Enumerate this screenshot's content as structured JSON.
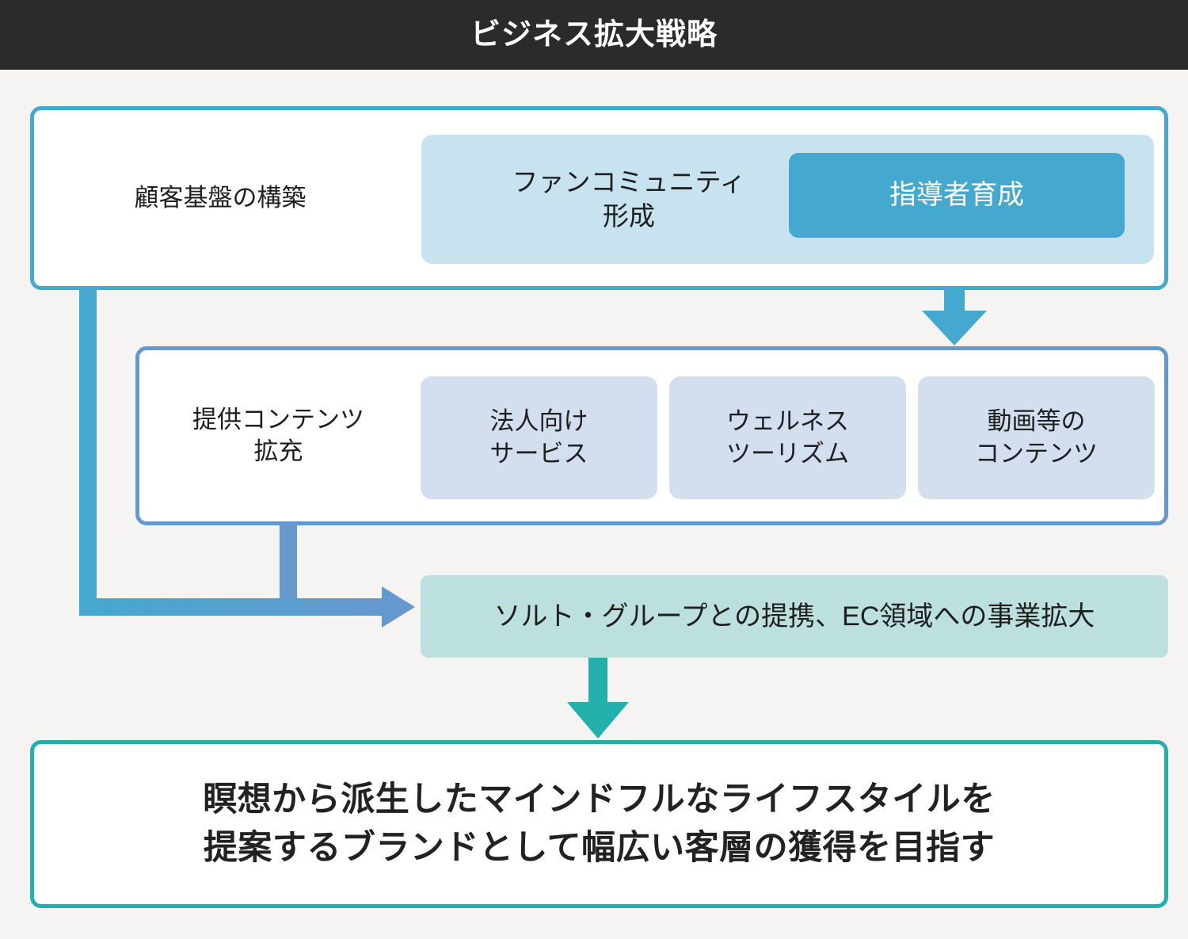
{
  "header": {
    "title": "ビジネス拡大戦略"
  },
  "colors": {
    "page_background": "#F5F4F2",
    "header_background": "#2B2B2B",
    "header_text": "#FFFFFF",
    "row1_border": "#45A8CE",
    "row2_border": "#6598CF",
    "chip_light_blue": "#C6E3EF",
    "chip_highlight": "#45A8CE",
    "chip_periwinkle": "#D3DEEF",
    "band_mint": "#BCE0DE",
    "bottom_border": "#23AFAB",
    "arrow_cyan": "#45A8CE",
    "arrow_blue": "#6598CF",
    "arrow_teal": "#23AFAB",
    "text_dark": "#1F1F1F"
  },
  "rows": [
    {
      "label": "顧客基盤の構築",
      "chips": [
        {
          "label": "ファンコミュニティ\n形成",
          "style": "light-blue"
        },
        {
          "label": "指導者育成",
          "style": "highlight"
        }
      ]
    },
    {
      "label": "提供コンテンツ\n拡充",
      "chips": [
        {
          "label": "法人向け\nサービス",
          "style": "periwinkle"
        },
        {
          "label": "ウェルネス\nツーリズム",
          "style": "periwinkle"
        },
        {
          "label": "動画等の\nコンテンツ",
          "style": "periwinkle"
        }
      ]
    }
  ],
  "band": {
    "label": "ソルト・グループとの提携、EC領域への事業拡大"
  },
  "conclusion": {
    "text": "瞑想から派生したマインドフルなライフスタイルを\n提案するブランドとして幅広い客層の獲得を目指す"
  },
  "connectors": [
    {
      "name": "leader-to-row2-arrow",
      "from": "指導者育成",
      "to": "提供コンテンツ拡充",
      "direction": "down",
      "color": "#45A8CE"
    },
    {
      "name": "row1-to-band-elbow",
      "from": "顧客基盤の構築",
      "to": "ソルト・グループとの提携、EC領域への事業拡大",
      "direction": "down-right",
      "color": "#45A8CE"
    },
    {
      "name": "row2-to-band-elbow",
      "from": "提供コンテンツ拡充",
      "to": "ソルト・グループとの提携、EC領域への事業拡大",
      "direction": "down-right",
      "color": "#6598CF"
    },
    {
      "name": "band-to-conclusion-arrow",
      "from": "ソルト・グループとの提携、EC領域への事業拡大",
      "to": "瞑想から派生したマインドフルなライフスタイルを提案するブランドとして幅広い客層の獲得を目指す",
      "direction": "down",
      "color": "#23AFAB"
    }
  ]
}
